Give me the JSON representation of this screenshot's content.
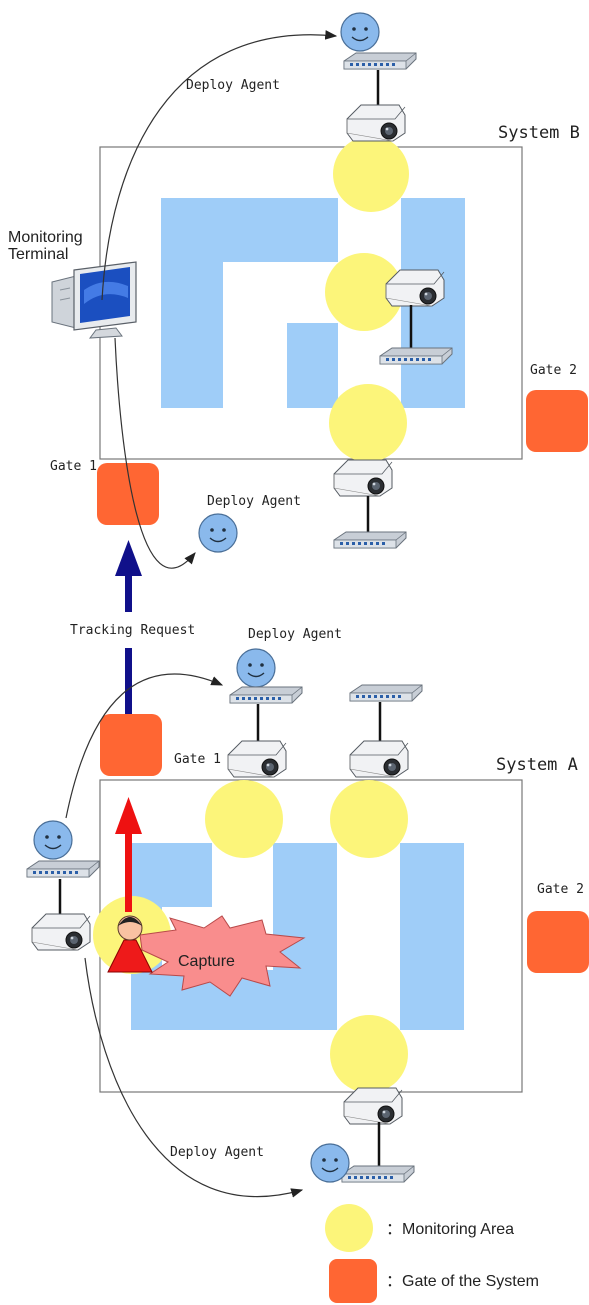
{
  "labels": {
    "system_b": "System B",
    "system_a": "System A",
    "monitoring_terminal_line1": "Monitoring",
    "monitoring_terminal_line2": "Terminal",
    "deploy_agent_1": "Deploy Agent",
    "deploy_agent_2": "Deploy Agent",
    "deploy_agent_3": "Deploy Agent",
    "deploy_agent_4": "Deploy Agent",
    "tracking_request": "Tracking Request",
    "gate1_b": "Gate 1",
    "gate2_b": "Gate 2",
    "gate1_a": "Gate 1",
    "gate2_a": "Gate 2",
    "capture": "Capture"
  },
  "legend": {
    "monitoring_area": "：Monitoring Area",
    "gate_of_system": "：Gate of the System"
  },
  "colors": {
    "monitoring_area": "#fcf57a",
    "gate": "#ff6633",
    "wall": "#9fcdf8",
    "tracking_arrow": "#10108a",
    "capture_arrow": "#ee1111",
    "agent": "#8ab9ec",
    "capture_burst": "#f98d8d"
  }
}
